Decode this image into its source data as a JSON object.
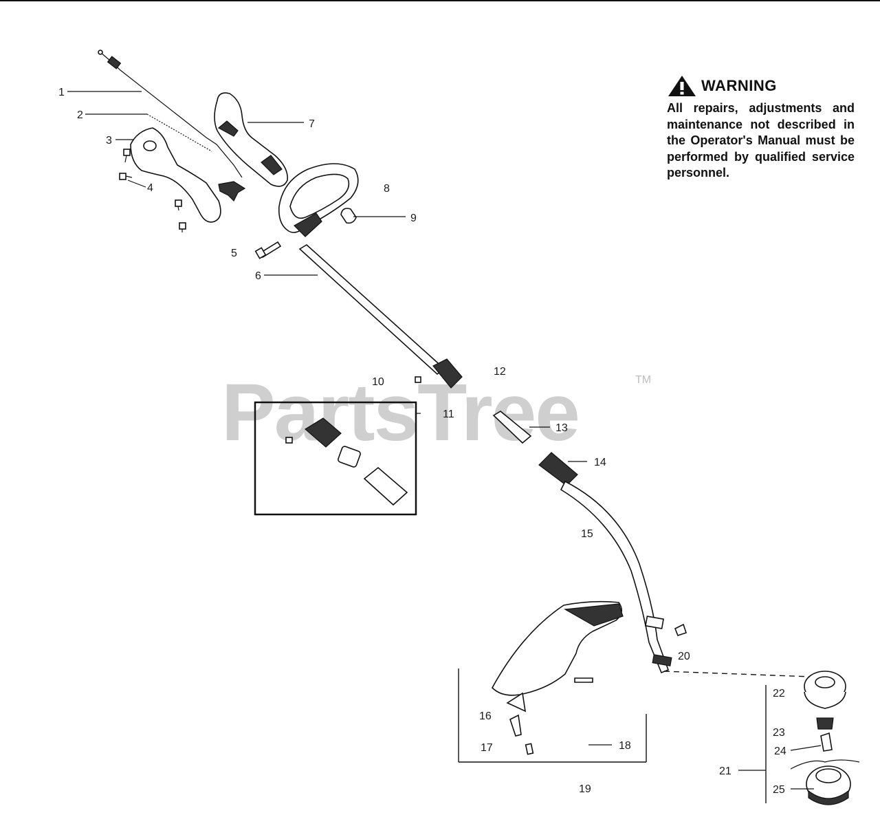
{
  "watermark": {
    "brand": "PartsTree",
    "tm": "TM"
  },
  "warning": {
    "title": "WARNING",
    "text": "All repairs, adjustments and maintenance not described in the Operator's Manual must be performed by qualified service personnel."
  },
  "callouts": [
    {
      "id": "1",
      "label": "1"
    },
    {
      "id": "2",
      "label": "2"
    },
    {
      "id": "3",
      "label": "3"
    },
    {
      "id": "4",
      "label": "4"
    },
    {
      "id": "5",
      "label": "5"
    },
    {
      "id": "6",
      "label": "6"
    },
    {
      "id": "7",
      "label": "7"
    },
    {
      "id": "8",
      "label": "8"
    },
    {
      "id": "9",
      "label": "9"
    },
    {
      "id": "10",
      "label": "10"
    },
    {
      "id": "11",
      "label": "11"
    },
    {
      "id": "12",
      "label": "12"
    },
    {
      "id": "13",
      "label": "13"
    },
    {
      "id": "14",
      "label": "14"
    },
    {
      "id": "15",
      "label": "15"
    },
    {
      "id": "16",
      "label": "16"
    },
    {
      "id": "17",
      "label": "17"
    },
    {
      "id": "18",
      "label": "18"
    },
    {
      "id": "19",
      "label": "19"
    },
    {
      "id": "20",
      "label": "20"
    },
    {
      "id": "21",
      "label": "21"
    },
    {
      "id": "22",
      "label": "22"
    },
    {
      "id": "23",
      "label": "23"
    },
    {
      "id": "24",
      "label": "24"
    },
    {
      "id": "25",
      "label": "25"
    }
  ]
}
